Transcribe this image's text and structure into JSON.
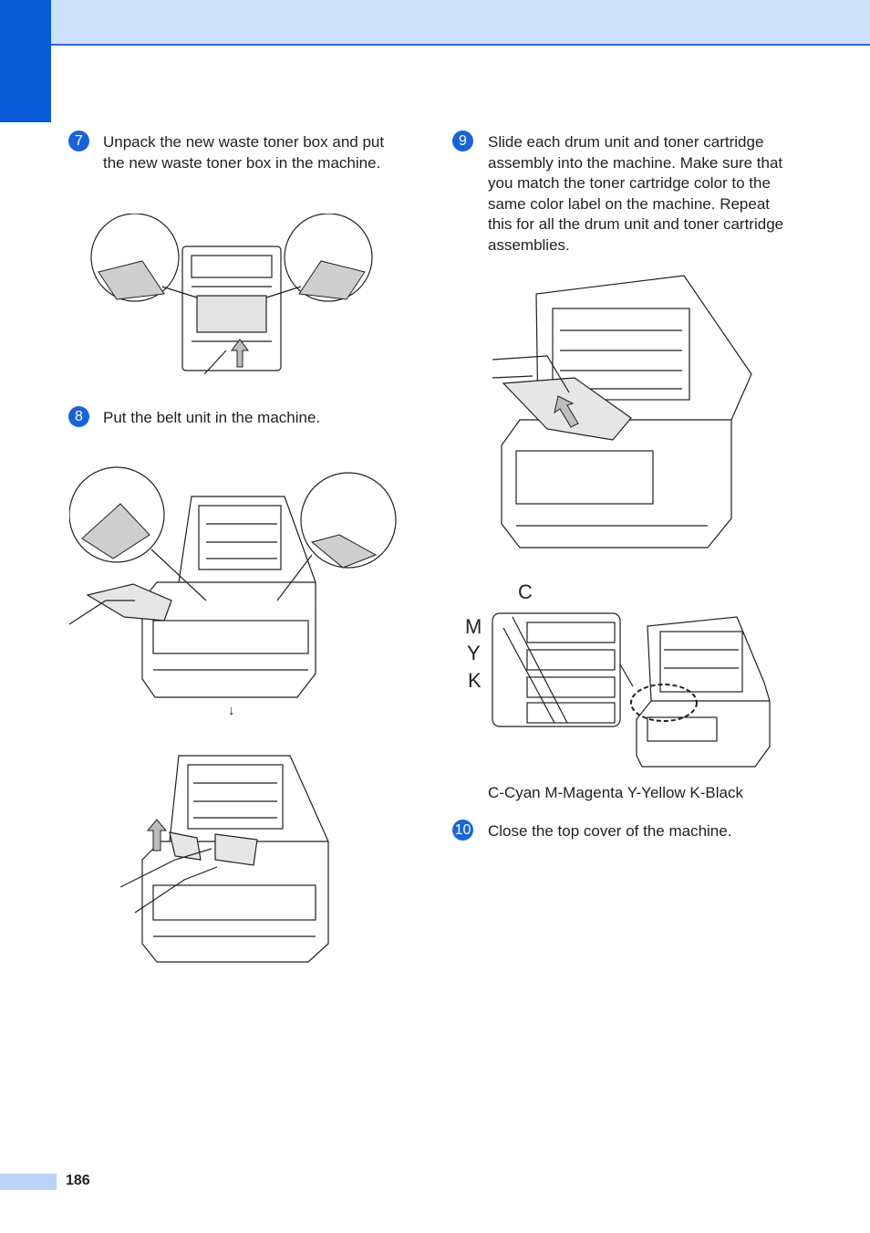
{
  "steps": [
    {
      "number": "7",
      "text": "Unpack the new waste toner box and put the new waste toner box in the machine."
    },
    {
      "number": "8",
      "text": "Put the belt unit in the machine."
    },
    {
      "number": "9",
      "text": "Slide each drum unit and toner cartridge assembly into the machine. Make sure that you match the toner cartridge color to the same color label on the machine. Repeat this for all the drum unit and toner cartridge assemblies."
    },
    {
      "number": "10",
      "text": "Close the top cover of the machine."
    }
  ],
  "figures": {
    "arrow_between": "↓",
    "color_labels": [
      "C",
      "M",
      "Y",
      "K"
    ],
    "color_caption": "C-Cyan M-Magenta Y-Yellow K-Black"
  },
  "page": {
    "number": "186"
  },
  "colors": {
    "accent": "#0a5bd8",
    "band": "#cfe0fb"
  }
}
